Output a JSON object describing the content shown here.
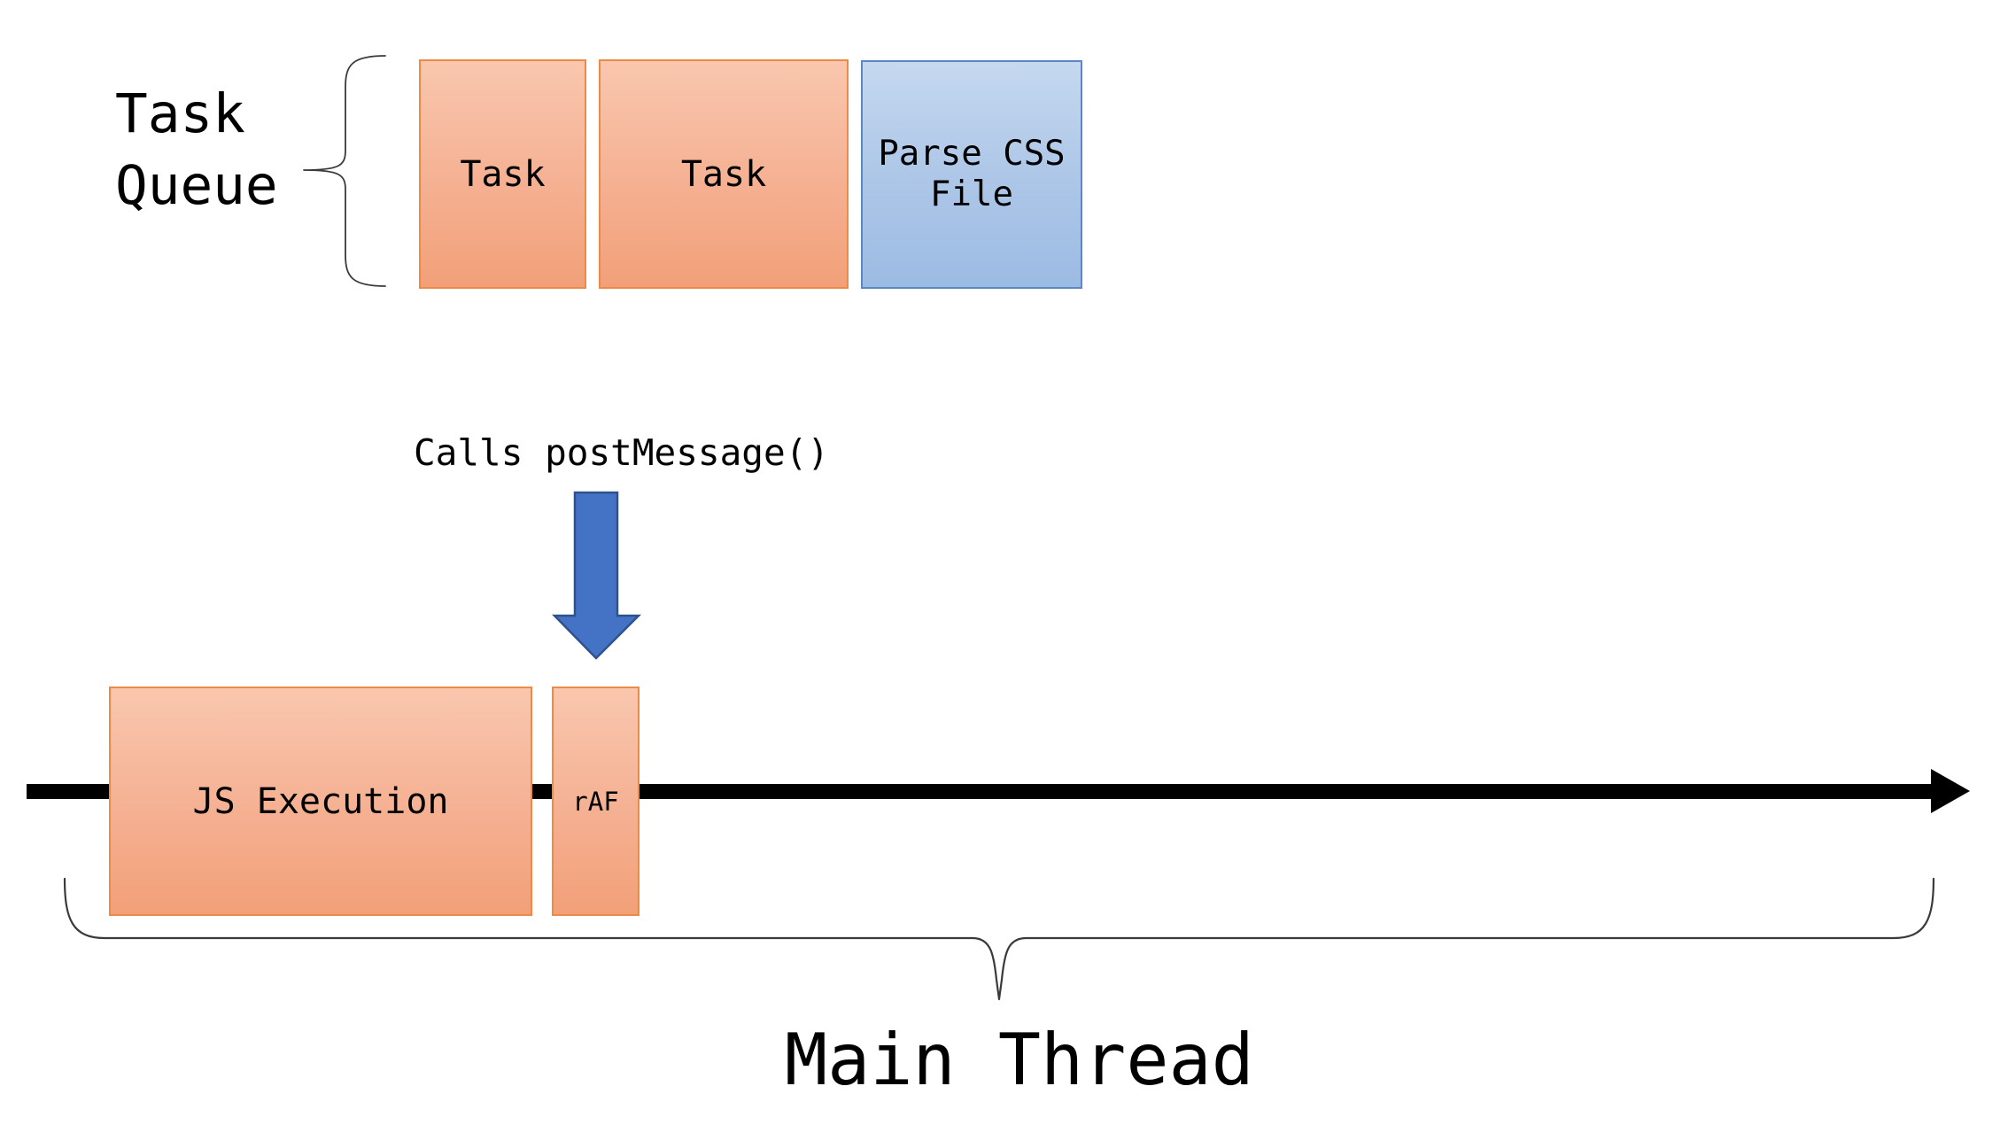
{
  "colors": {
    "background": "#ffffff",
    "text_color": "#000000",
    "task_box_fill_top": "#f9c7ae",
    "task_box_fill_bottom": "#f2a078",
    "task_box_border": "#ed8a48",
    "css_box_fill_top": "#c5d8ef",
    "css_box_fill_bottom": "#9cbbe3",
    "css_box_border": "#5b87c5",
    "arrow_fill": "#4472c4",
    "arrow_border": "#2f528f",
    "timeline_color": "#000000",
    "brace_color": "#3a3a3a"
  },
  "task_queue": {
    "label_lines": [
      "Task",
      "Queue"
    ],
    "boxes": [
      {
        "label": "Task"
      },
      {
        "label": "Task"
      },
      {
        "label": "Parse CSS File"
      }
    ]
  },
  "annotation": {
    "label": "Calls postMessage()"
  },
  "timeline": {
    "boxes": [
      {
        "label": "JS Execution"
      },
      {
        "label": "rAF"
      }
    ],
    "label": "Main Thread"
  }
}
